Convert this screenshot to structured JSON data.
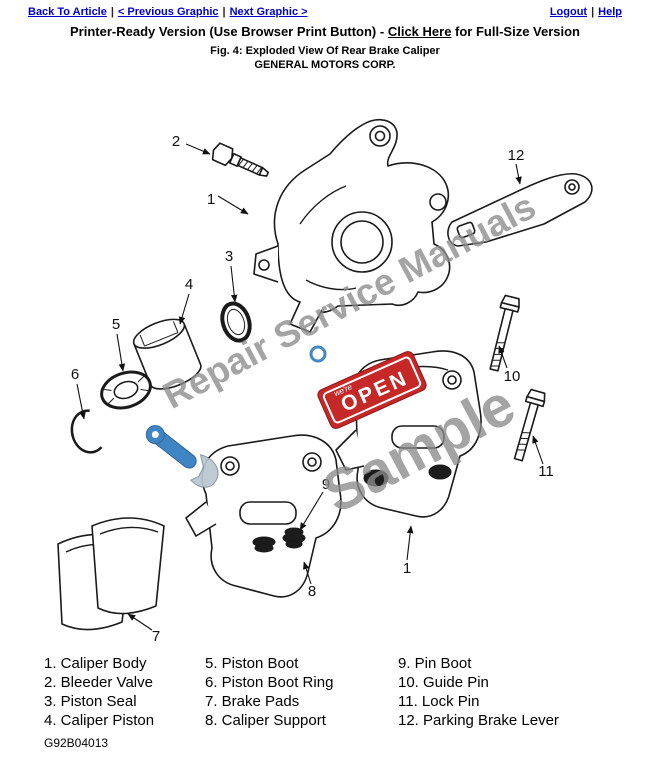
{
  "nav": {
    "back_to_article": "Back To Article",
    "previous_graphic": "< Previous Graphic",
    "next_graphic": "Next Graphic >",
    "logout": "Logout",
    "help": "Help",
    "separator": "|"
  },
  "header": {
    "printer_ready_prefix": "Printer-Ready Version (Use Browser Print Button) - ",
    "full_size_link": "Click Here",
    "printer_ready_suffix": " for Full-Size Version",
    "figure_caption": "Fig. 4: Exploded View Of Rear Brake Caliper",
    "manufacturer": "GENERAL MOTORS CORP."
  },
  "diagram": {
    "callouts": {
      "c1a": "1",
      "c1b": "1",
      "c2": "2",
      "c3": "3",
      "c4": "4",
      "c5": "5",
      "c6": "6",
      "c7": "7",
      "c8": "8",
      "c9": "9",
      "c10": "10",
      "c11": "11",
      "c12": "12"
    },
    "watermark": {
      "line1": "Repair Service Manuals",
      "line2": "Sample",
      "badge_text": "OPEN",
      "badge_small_text": "we're"
    }
  },
  "legend": {
    "columns": [
      [
        "1. Caliper Body",
        "2. Bleeder Valve",
        "3. Piston Seal",
        "4. Caliper Piston"
      ],
      [
        "5. Piston Boot",
        "6. Piston Boot Ring",
        "7. Brake Pads",
        "8. Caliper Support"
      ],
      [
        "9. Pin Boot",
        "10. Guide Pin",
        "11. Lock Pin",
        "12. Parking Brake Lever"
      ]
    ]
  },
  "footer": {
    "document_code": "G92B04013"
  },
  "colors": {
    "link": "#0000cc",
    "watermark": "#8b8b8b",
    "badge": "#c62828",
    "wrench": "#2f7bc0"
  }
}
